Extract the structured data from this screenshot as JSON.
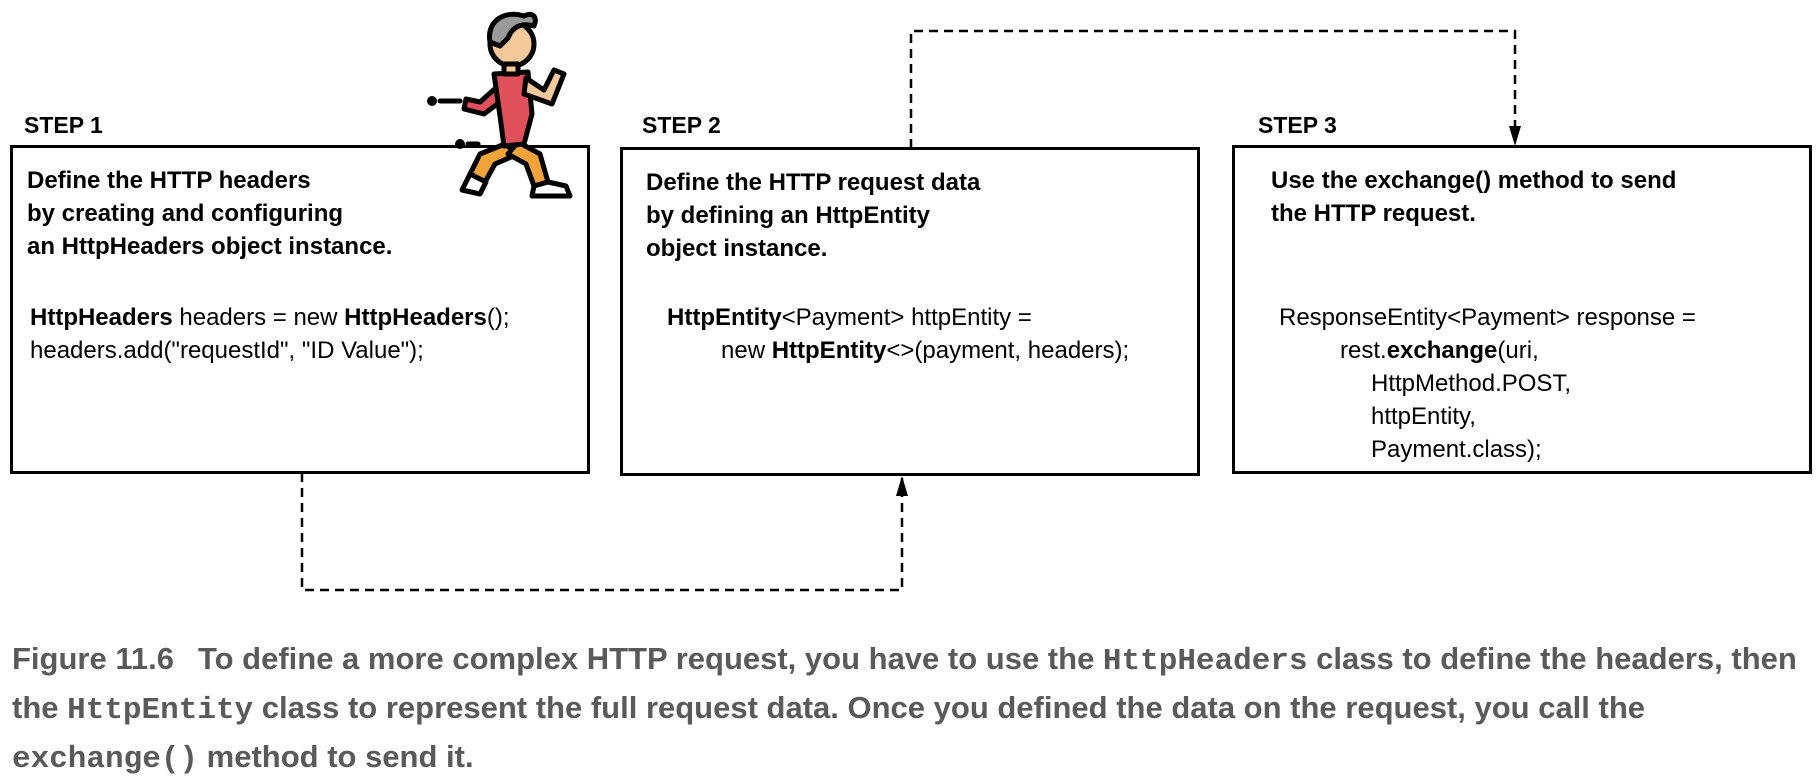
{
  "steps": [
    {
      "label": "STEP 1",
      "desc": [
        "Define the HTTP headers",
        "by creating and configuring",
        "an HttpHeaders object instance."
      ],
      "code": {
        "line1_b1": "HttpHeaders",
        "line1_t1": " headers = new ",
        "line1_b2": "HttpHeaders",
        "line1_t2": "();",
        "line2": "headers.add(\"requestId\", \"ID Value\");"
      }
    },
    {
      "label": "STEP 2",
      "desc": [
        "Define the HTTP request data",
        "by defining an HttpEntity",
        "object instance."
      ],
      "code": {
        "line1_b1": "HttpEntity",
        "line1_t1": "<Payment> httpEntity =",
        "line2_t0": "new ",
        "line2_b1": "HttpEntity",
        "line2_t1": "<>(payment, headers);"
      }
    },
    {
      "label": "STEP 3",
      "desc": [
        "Use the exchange() method to send",
        "the HTTP request."
      ],
      "code": {
        "line1": "ResponseEntity<Payment> response =",
        "line2_t0": "rest.",
        "line2_b1": "exchange",
        "line2_t1": "(uri,",
        "line3": "HttpMethod.POST,",
        "line4": "httpEntity,",
        "line5": "Payment.class);"
      }
    }
  ],
  "caption": {
    "figure": "Figure 11.6",
    "part1": "To define a more complex HTTP request, you have to use the ",
    "code1": "HttpHeaders",
    "part2": " class to define the headers, then the ",
    "code2": "HttpEntity",
    "part3": " class to represent the full request data. Once you defined the data on the request, you call the ",
    "code3": "exchange()",
    "part4": " method to send it."
  },
  "colors": {
    "caption_text": "#5a5a5a",
    "runner_shirt": "#e0505a",
    "runner_pants": "#f2a33a",
    "runner_skin": "#f6c99a",
    "runner_hair": "#9a9a9a"
  },
  "icons": [
    "running-person-icon"
  ]
}
